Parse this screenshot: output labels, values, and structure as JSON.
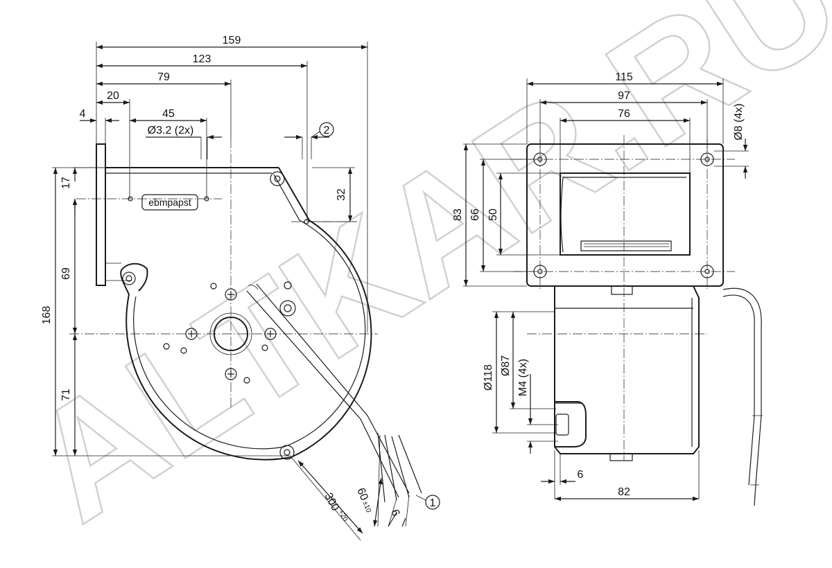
{
  "watermark": "ALTKAR.RU",
  "logo": "ebmpapst",
  "left_view": {
    "d159": "159",
    "d123": "123",
    "d79": "79",
    "d20": "20",
    "d4": "4",
    "d45": "45",
    "hole": "Ø3.2 (2x)",
    "callout2": "2",
    "d17": "17",
    "d32": "32",
    "d69": "69",
    "d168": "168",
    "d71": "71",
    "cable_len": "300",
    "cable_tol": "+20",
    "strip_len": "60",
    "strip_tol": "±10",
    "d6": "6",
    "callout1": "1"
  },
  "right_view": {
    "d115": "115",
    "d97": "97",
    "d76": "76",
    "d8": "Ø8 (4x)",
    "d83": "83",
    "d66": "66",
    "d50": "50",
    "d118": "Ø118",
    "d87": "Ø87",
    "m4": "M4 (4x)",
    "d6": "6",
    "d82": "82"
  }
}
